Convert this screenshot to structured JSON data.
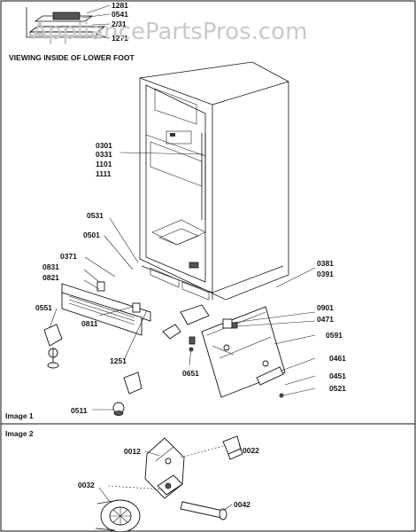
{
  "watermark": "AppliancePartsPros.com",
  "inset": {
    "caption": "VIEWING INSIDE OF LOWER FOOT",
    "labels": [
      "1281",
      "0541",
      "2/31",
      "1271"
    ]
  },
  "image1": {
    "caption": "Image 1",
    "labels": {
      "l0301": "0301",
      "l0331": "0331",
      "l1101": "1101",
      "l1111": "1111",
      "l0531": "0531",
      "l0501": "0501",
      "l0371": "0371",
      "l0831": "0831",
      "l0821": "0821",
      "l0551": "0551",
      "l0811": "0811",
      "l1251": "1251",
      "l0651": "0651",
      "l0511": "0511",
      "l0381": "0381",
      "l0391": "0391",
      "l0901": "0901",
      "l0471": "0471",
      "l0591": "0591",
      "l0461": "0461",
      "l0451": "0451",
      "l0521": "0521"
    }
  },
  "image2": {
    "caption": "Image 2",
    "labels": {
      "l0012": "0012",
      "l0022": "0022",
      "l0032": "0032",
      "l0042": "0042"
    }
  }
}
